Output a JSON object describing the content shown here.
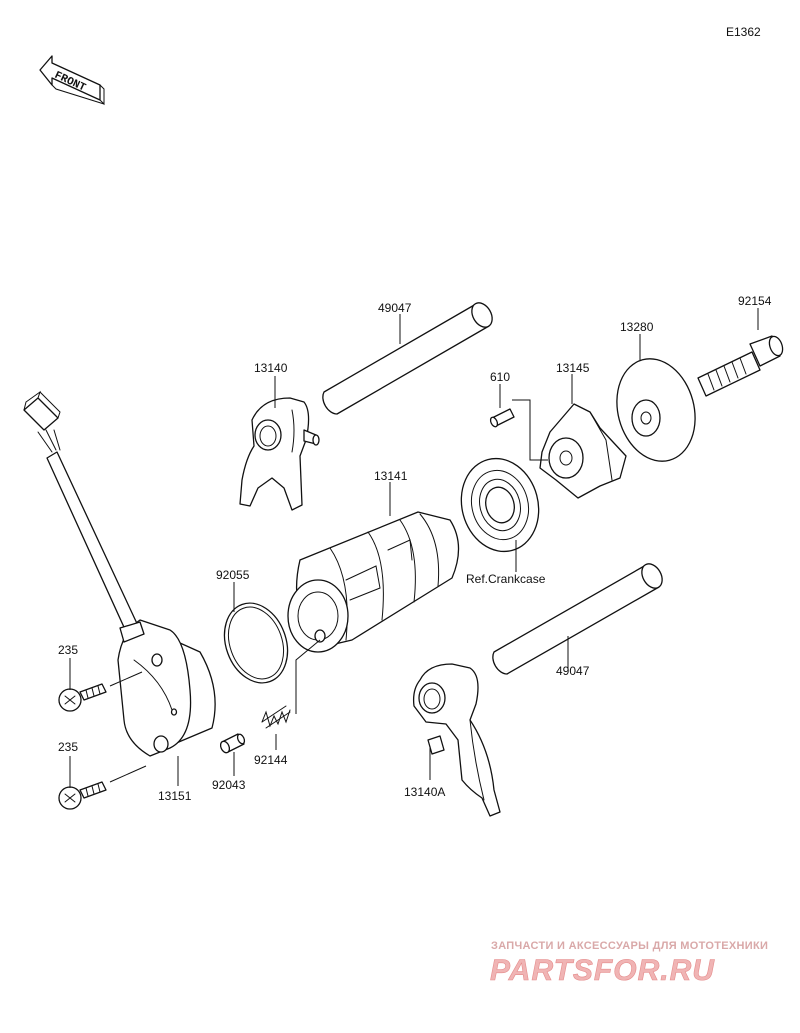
{
  "diagram_code": "E1362",
  "direction_label": "FRONT",
  "reference_note": "Ref.Crankcase",
  "part_labels": {
    "shift_rod_upper": "49047",
    "shift_fork_left": "13140",
    "pin": "610",
    "drum_cam": "13145",
    "plate": "13280",
    "bolt_right": "92154",
    "shift_drum": "13141",
    "o_ring": "92055",
    "shift_rod_lower": "49047",
    "screw_upper": "235",
    "screw_lower": "235",
    "sensor_holder": "13151",
    "spring": "92144",
    "plunger": "92043",
    "shift_fork_right": "13140A"
  },
  "watermark": {
    "tagline": "ЗАПЧАСТИ И АКСЕССУАРЫ ДЛЯ МОТОТЕХНИКИ",
    "logo": "PARTSFOR.RU"
  }
}
